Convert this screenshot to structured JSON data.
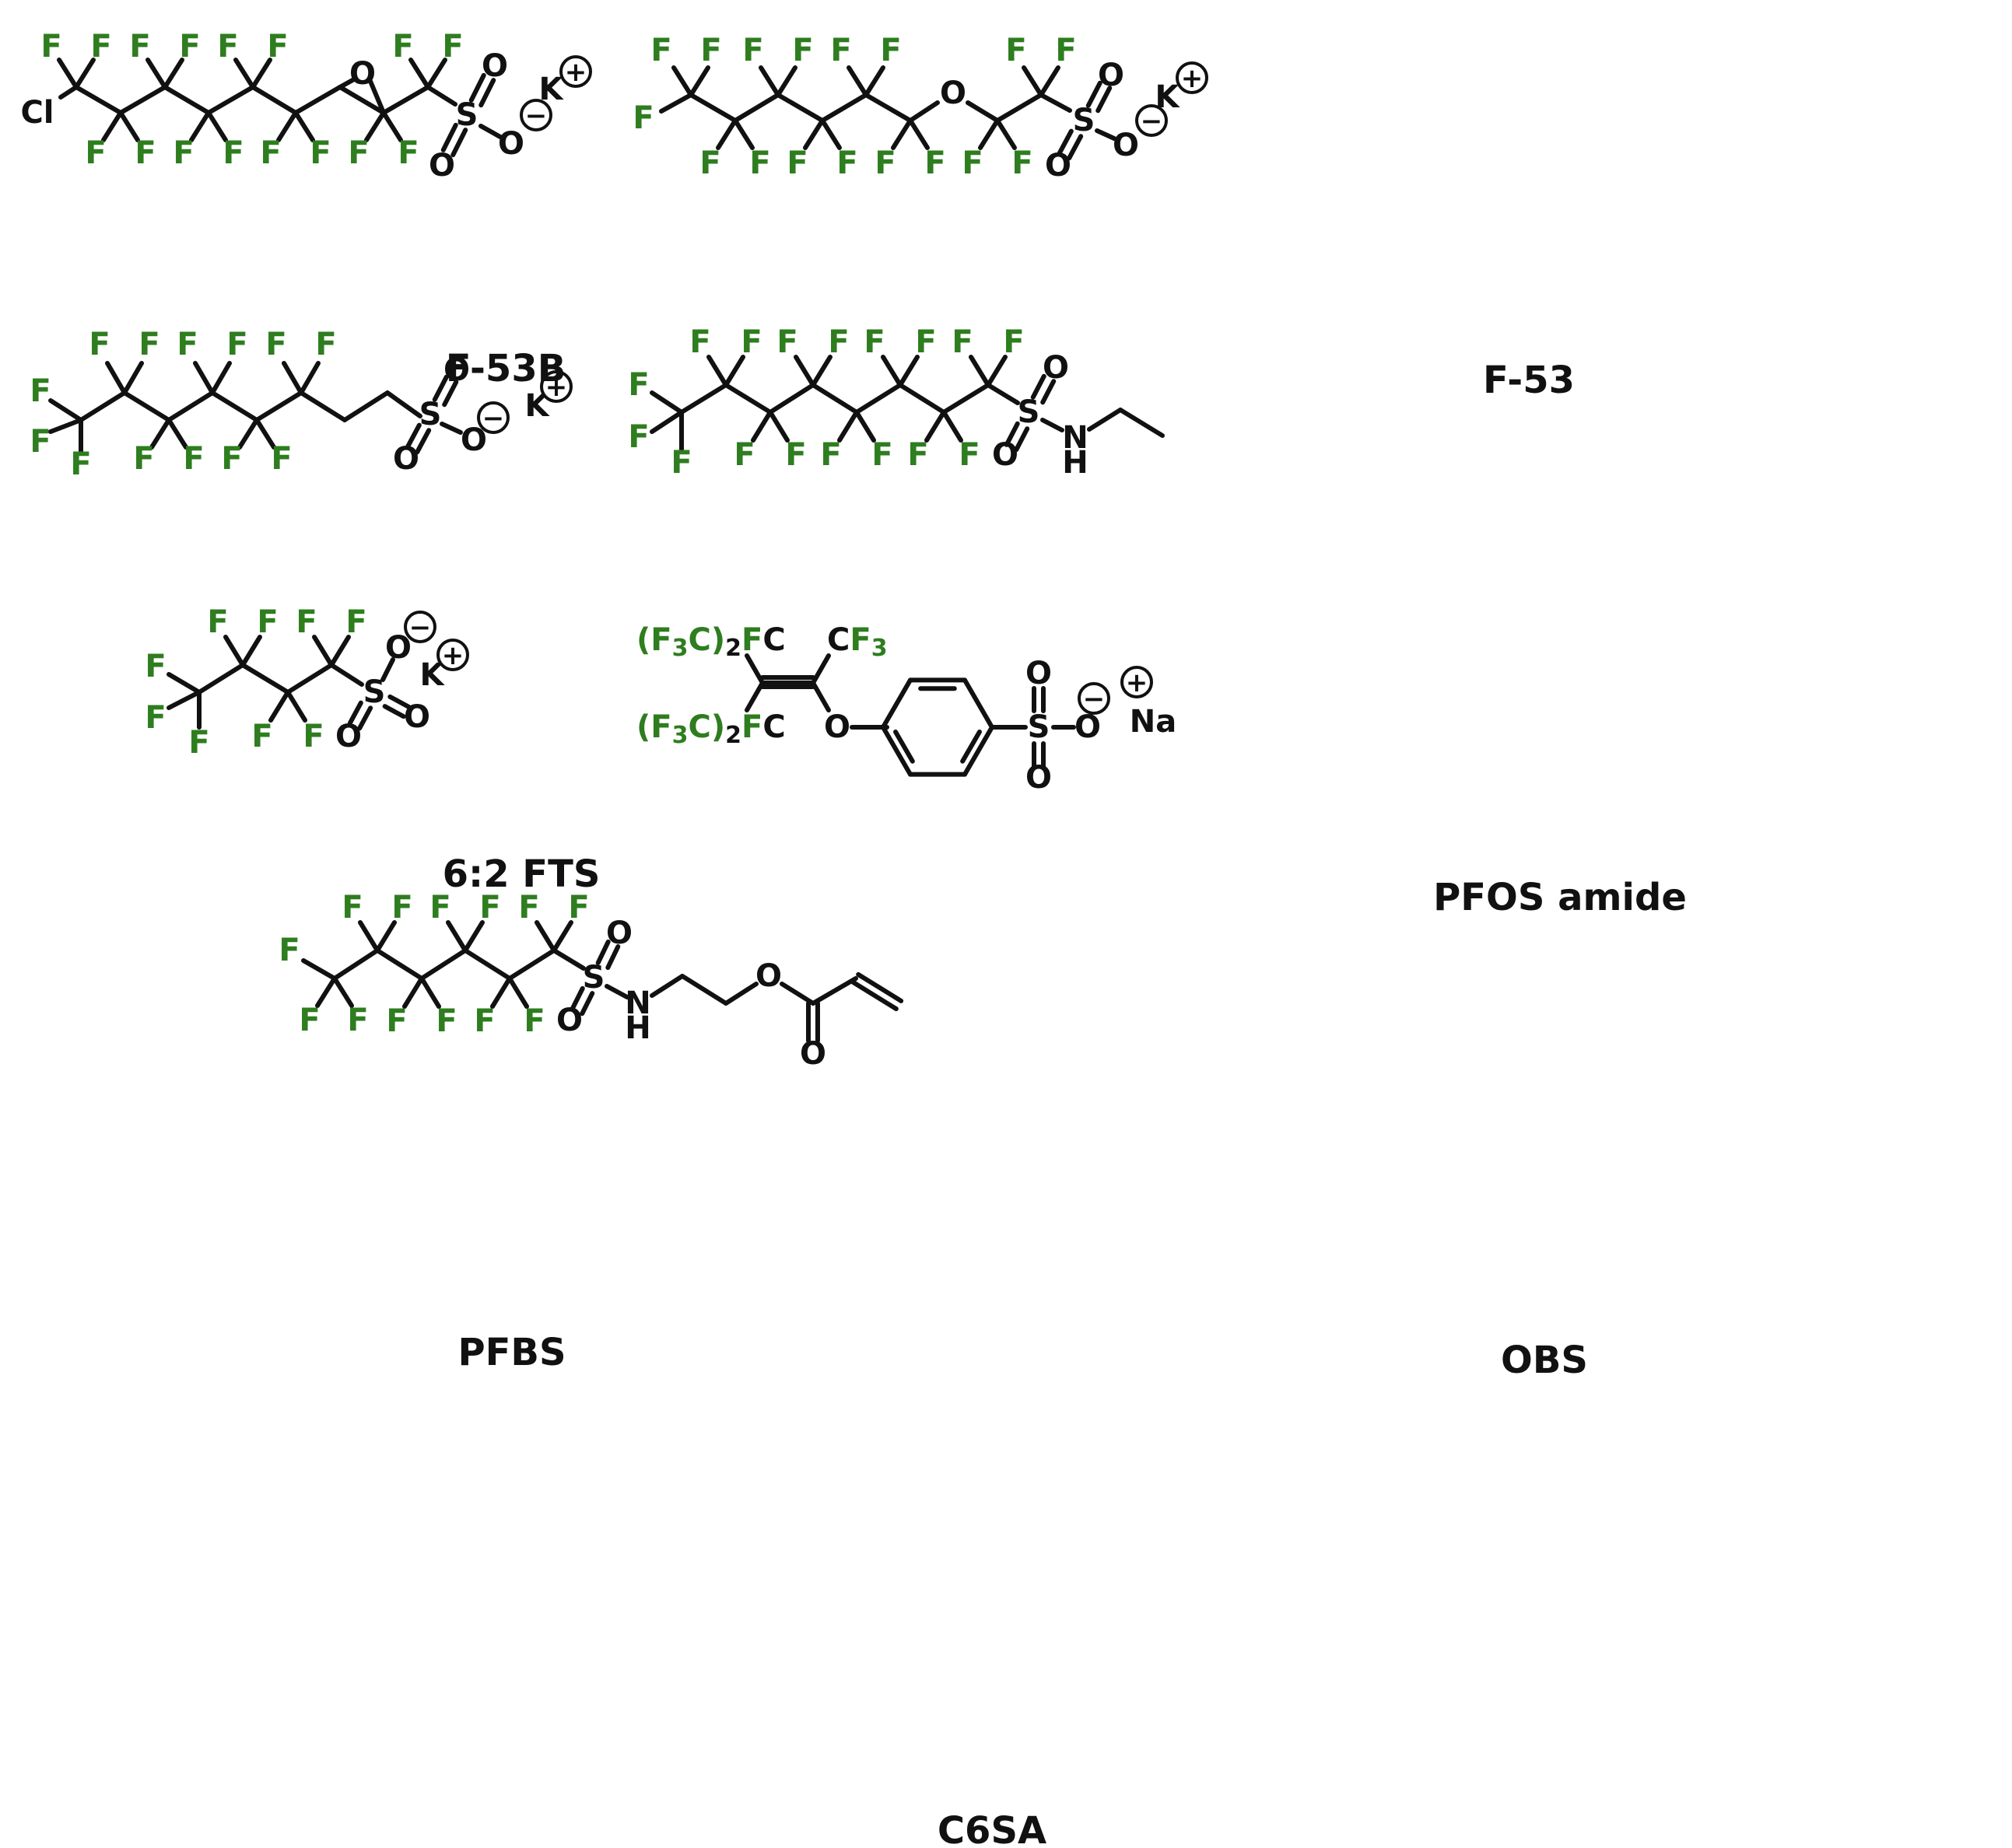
{
  "colors": {
    "bond": "#111111",
    "atom": "#111111",
    "fluorine": "#2e7d1f",
    "background": "#ffffff"
  },
  "structures": [
    {
      "key": "f53b",
      "caption": "F-53B"
    },
    {
      "key": "f53",
      "caption": "F-53"
    },
    {
      "key": "fts",
      "caption": "6:2 FTS"
    },
    {
      "key": "pfosamide",
      "caption": "PFOS amide"
    },
    {
      "key": "pfbs",
      "caption": "PFBS"
    },
    {
      "key": "obs",
      "caption": "OBS"
    },
    {
      "key": "c6sa",
      "caption": "C6SA"
    }
  ],
  "elements": {
    "fluorine": "F",
    "chlorine": "Cl",
    "oxygen": "O",
    "sulfur": "S",
    "nitrogen": "N",
    "hydrogen": "H",
    "potassium": "K",
    "sodium": "Na",
    "carbon": "C"
  },
  "charges": {
    "minus": "−",
    "plus": "+"
  },
  "obs_groups": {
    "branch_left": "(F3C)2FC",
    "branch_right": "CF3"
  }
}
